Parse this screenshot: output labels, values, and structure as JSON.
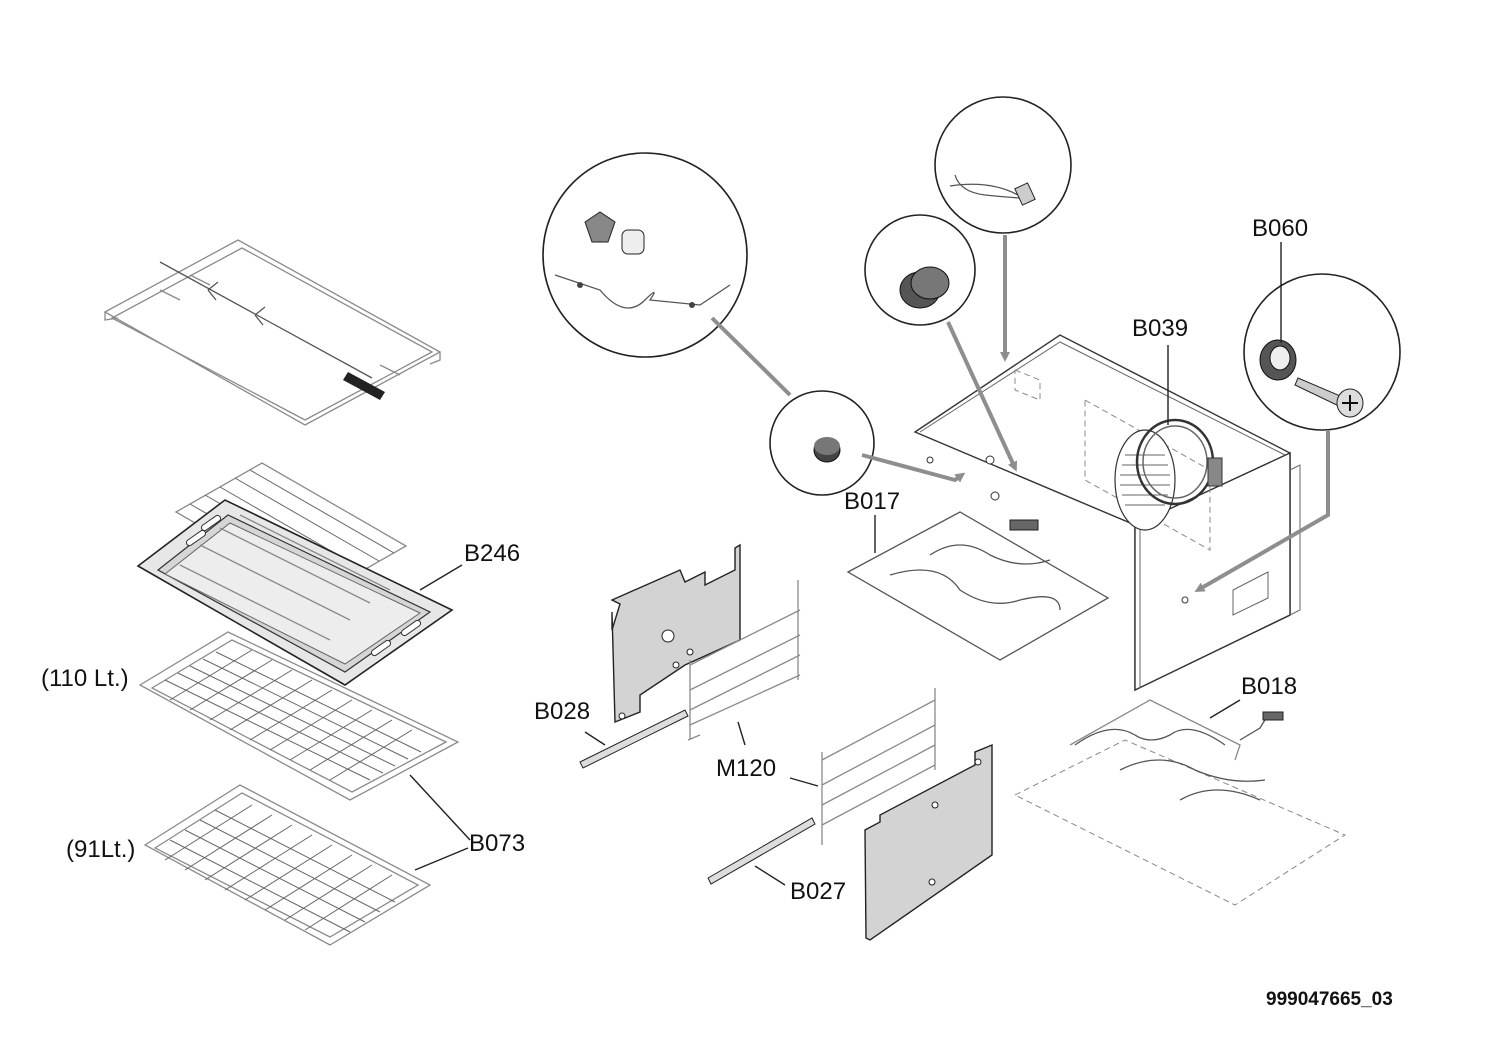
{
  "diagram": {
    "labels": {
      "B060": "B060",
      "B039": "B039",
      "B017": "B017",
      "B246": "B246",
      "B110": "(110 Lt.)",
      "B028": "B028",
      "M120": "M120",
      "B018": "B018",
      "B073": "B073",
      "B091": "(91Lt.)",
      "B027": "B027"
    },
    "document_id": "999047665_03",
    "colors": {
      "line": "#222222",
      "panel_fill": "#d3d3d3",
      "arrow": "#8e8e8e",
      "wire": "#8a8a8a"
    }
  }
}
